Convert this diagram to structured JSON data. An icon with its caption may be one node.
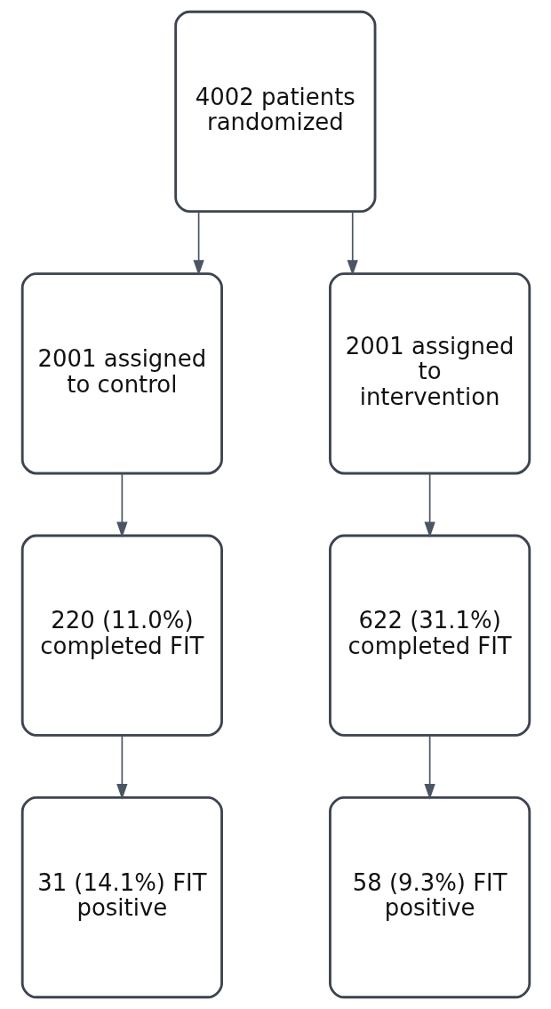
{
  "diagram": {
    "nodes": [
      {
        "text": [
          "4002 patients randomized"
        ]
      },
      {
        "text": [
          "2001 assigned to control"
        ]
      },
      {
        "text": [
          "2001 assigned to intervention"
        ]
      },
      {
        "text": [
          "220 (11.0%) completed FIT"
        ]
      },
      {
        "text": [
          "622 (31.1%) completed FIT"
        ]
      },
      {
        "text": [
          "31 (14.1%) FIT positive"
        ]
      },
      {
        "text": [
          "58 (9.3%) FIT positive"
        ]
      }
    ],
    "edges": [
      {
        "from": 0,
        "to": 1,
        "arrow": "to"
      },
      {
        "from": 0,
        "to": 2,
        "arrow": "to"
      },
      {
        "from": 1,
        "to": 3,
        "arrow": "to"
      },
      {
        "from": 2,
        "to": 4,
        "arrow": "to"
      },
      {
        "from": 3,
        "to": 5,
        "arrow": "to"
      },
      {
        "from": 4,
        "to": 6,
        "arrow": "to"
      }
    ]
  }
}
